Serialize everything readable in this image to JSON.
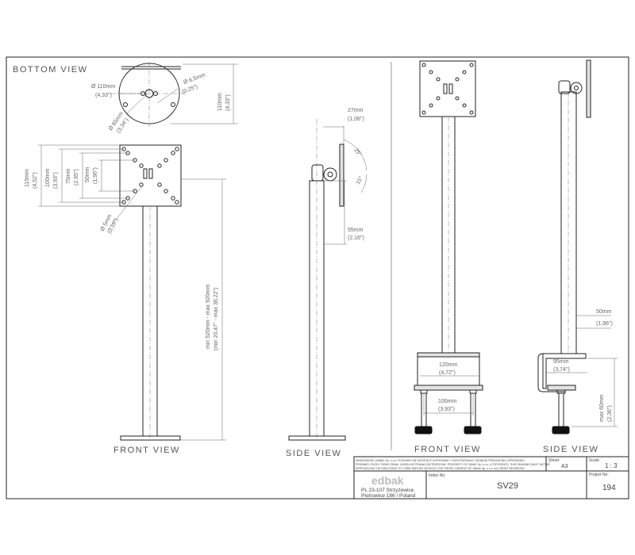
{
  "views": {
    "bottom": "BOTTOM VIEW",
    "front": "FRONT VIEW",
    "side_left": "SIDE VIEW",
    "front_clamp": "FRONT VIEW",
    "side_clamp": "SIDE VIEW"
  },
  "dimensions": {
    "bottom_d110": "Ø 110mm",
    "bottom_d110_in": "(4,33\")",
    "bottom_d65": "Ø 6,5mm",
    "bottom_d65_in": "(0,25\")",
    "bottom_d85": "Ø 85mm",
    "bottom_d85_in": "(3,34\")",
    "bottom_h110": "110mm",
    "bottom_h110_in": "(4,33\")",
    "vesa_115": "115mm",
    "vesa_115_in": "(4,52\")",
    "vesa_100": "100mm",
    "vesa_100_in": "(3,93\")",
    "vesa_75": "75mm",
    "vesa_75_in": "(2,95\")",
    "vesa_50": "50mm",
    "vesa_50_in": "(1,96\")",
    "hole_5": "Ø 5mm",
    "hole_5_in": "(0,19\")",
    "pole_range": "min 520mm - max 920mm",
    "pole_range_in": "(min 20,47\" - max 36,22\")",
    "side_27": "27mm",
    "side_27_in": "(1,06\")",
    "side_55": "55mm",
    "side_55_in": "(2,16\")",
    "angle_top": "25°",
    "angle_bottom": "15°",
    "clamp_120": "120mm",
    "clamp_120_in": "(4,72\")",
    "clamp_100": "100mm",
    "clamp_100_in": "(3,93\")",
    "clamp_50": "50mm",
    "clamp_50_in": "(1,96\")",
    "clamp_95": "95mm",
    "clamp_95_in": "(3,74\")",
    "clamp_max60": "max 60mm",
    "clamp_max60_in": "(2,36\")"
  },
  "title_block": {
    "notice_1": "NIEMOŻNOŚĆ (OBIAK Sp. z o.o. RYSUNEK NIE MOŻE BYĆ KOPIOWANY I UDOSTĘPNIANY OSOBOM TRZECIM BEZ UPRZEDNIEJ",
    "notice_2": "PISEMNEJ ZGODY FIRMY OBIAK, WSZELKIE PRAWA ZASTRZEŻONE. PROPERTY OF OBIAK Sp. z o.o. (COPYRIGHT). THIS DRAWING MUST NOT BE",
    "notice_3": "REPRODUCED OR DISCLOSED TO THIRD PARTIES WITHOUT THE PRIOR CONSENT OF OBIAK Sp. z o.o. ALL RIGHT RESERVED.",
    "logo": "edbak",
    "address_1": "PL 23-107 Strzyżewice",
    "address_2": "Piotrowice 186 / Poland",
    "index_label": "Index No:",
    "index_value": "SV29",
    "sheet_label": "Sheet:",
    "sheet_value": "A3",
    "scale_label": "Scale:",
    "scale_value": "1 : 3",
    "project_label": "Project No:",
    "project_value": "194"
  }
}
